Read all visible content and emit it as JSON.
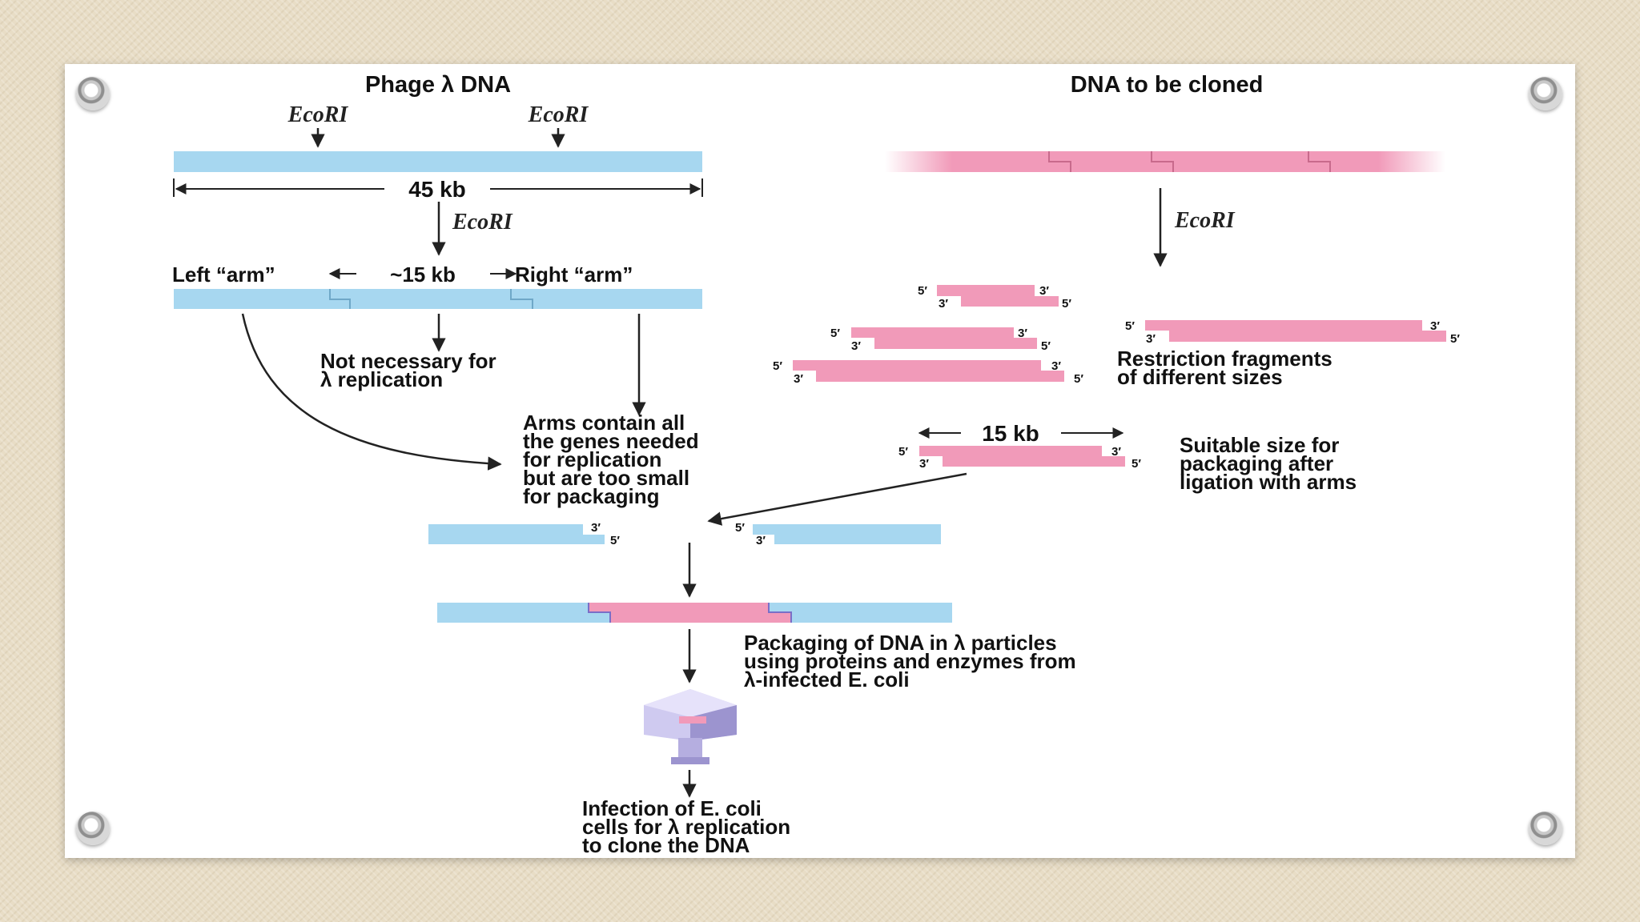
{
  "left_title": "Phage λ DNA",
  "right_title": "DNA to be cloned",
  "enzyme": "EcoRI",
  "length_45": "45 kb",
  "left_arm": "Left “arm”",
  "mid_15": "~15 kb",
  "right_arm": "Right “arm”",
  "not_necessary": [
    "Not necessary for",
    "λ replication"
  ],
  "arms_contain": [
    "Arms contain all",
    "the genes needed",
    "for replication",
    "but are too small",
    "for packaging"
  ],
  "restriction": [
    "Restriction fragments",
    "of different sizes"
  ],
  "size_15": "15 kb",
  "suitable": [
    "Suitable size for",
    "packaging after",
    "ligation with arms"
  ],
  "packaging": [
    "Packaging of DNA in λ particles",
    "using proteins and enzymes from",
    "λ-infected E. coli"
  ],
  "infection": [
    "Infection of E. coli",
    "cells for λ replication",
    "to clone the DNA"
  ],
  "prime5": "5′",
  "prime3": "3′",
  "colors": {
    "phage": "#a7d7f0",
    "insert": "#f19ab9",
    "arrow": "#222222",
    "capsid": "#b9b3dd"
  }
}
